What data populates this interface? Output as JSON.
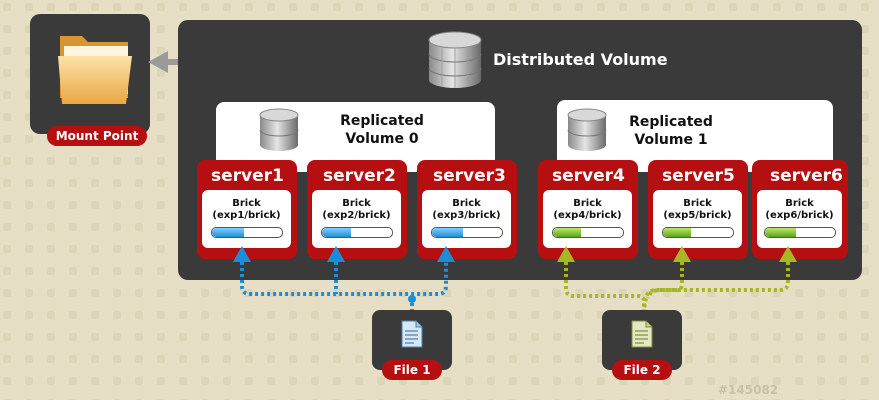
{
  "diagram": {
    "distributed_volume": "Distributed Volume",
    "mount_point": "Mount Point",
    "replicated_volumes": [
      {
        "line1": "Replicated",
        "line2": "Volume 0"
      },
      {
        "line1": "Replicated",
        "line2": "Volume 1"
      }
    ],
    "servers": [
      {
        "name": "server1",
        "brick_title": "Brick",
        "brick_path": "(exp1/brick)",
        "fill": 0.47
      },
      {
        "name": "server2",
        "brick_title": "Brick",
        "brick_path": "(exp2/brick)",
        "fill": 0.42
      },
      {
        "name": "server3",
        "brick_title": "Brick",
        "brick_path": "(exp3/brick)",
        "fill": 0.45
      },
      {
        "name": "server4",
        "brick_title": "Brick",
        "brick_path": "(exp4/brick)",
        "fill": 0.4
      },
      {
        "name": "server5",
        "brick_title": "Brick",
        "brick_path": "(exp5/brick)",
        "fill": 0.4
      },
      {
        "name": "server6",
        "brick_title": "Brick",
        "brick_path": "(exp6/brick)",
        "fill": 0.45
      }
    ],
    "files": [
      {
        "label": "File 1"
      },
      {
        "label": "File 2"
      }
    ],
    "figure_id": "#145082"
  },
  "colors": {
    "background": "#e6dfc6",
    "dark_panel": "#3a3a3a",
    "server_red": "#b50f12",
    "file1_connector": "#1a8fd8",
    "file2_connector": "#a7b722"
  }
}
